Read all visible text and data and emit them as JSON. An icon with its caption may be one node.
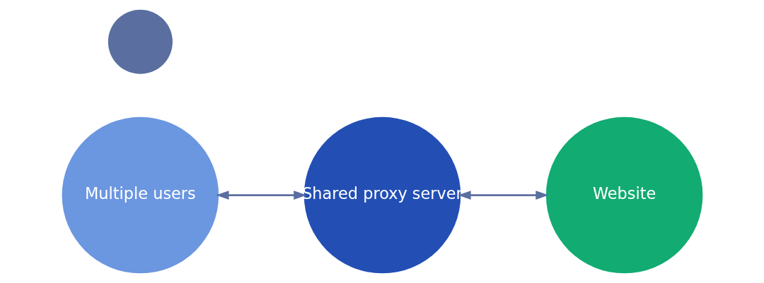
{
  "diagram": {
    "nodes": [
      {
        "text": [
          "Multiple users"
        ]
      },
      {
        "text": [],
        "shape": "circle"
      },
      {
        "text": [
          "Shared proxy server"
        ]
      },
      {
        "text": [
          "Website"
        ]
      }
    ],
    "edges": [
      {
        "from": 0,
        "to": 2,
        "arrow": "both"
      },
      {
        "from": 2,
        "to": 3,
        "arrow": "both"
      }
    ]
  }
}
